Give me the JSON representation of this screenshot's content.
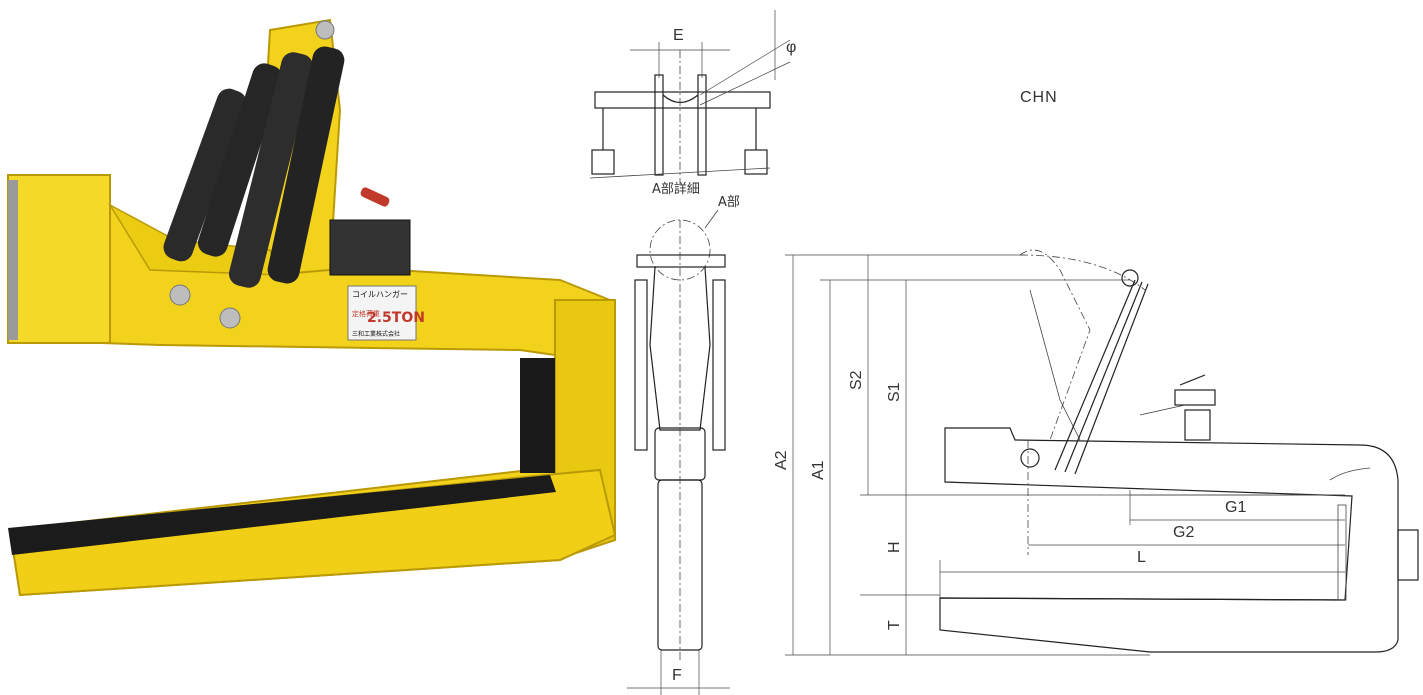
{
  "photo": {
    "plate_line1": "コイルハンガー",
    "plate_label": "定格荷重",
    "plate_capacity": "2.5TON",
    "plate_maker": "三和工業株式会社"
  },
  "drawing": {
    "model": "CHN",
    "detail_caption": "A部詳細",
    "detail_ref": "A部",
    "dims": {
      "E": "E",
      "phi": "φ",
      "F": "F",
      "A1": "A1",
      "A2": "A2",
      "S1": "S1",
      "S2": "S2",
      "H": "H",
      "T": "T",
      "G1": "G1",
      "G2": "G2",
      "L": "L"
    }
  },
  "colors": {
    "body": "#f2d21a",
    "body_shade": "#c9a70c",
    "rubber": "#1a1a1a",
    "spring": "#2a2a2a",
    "line": "#222222"
  }
}
